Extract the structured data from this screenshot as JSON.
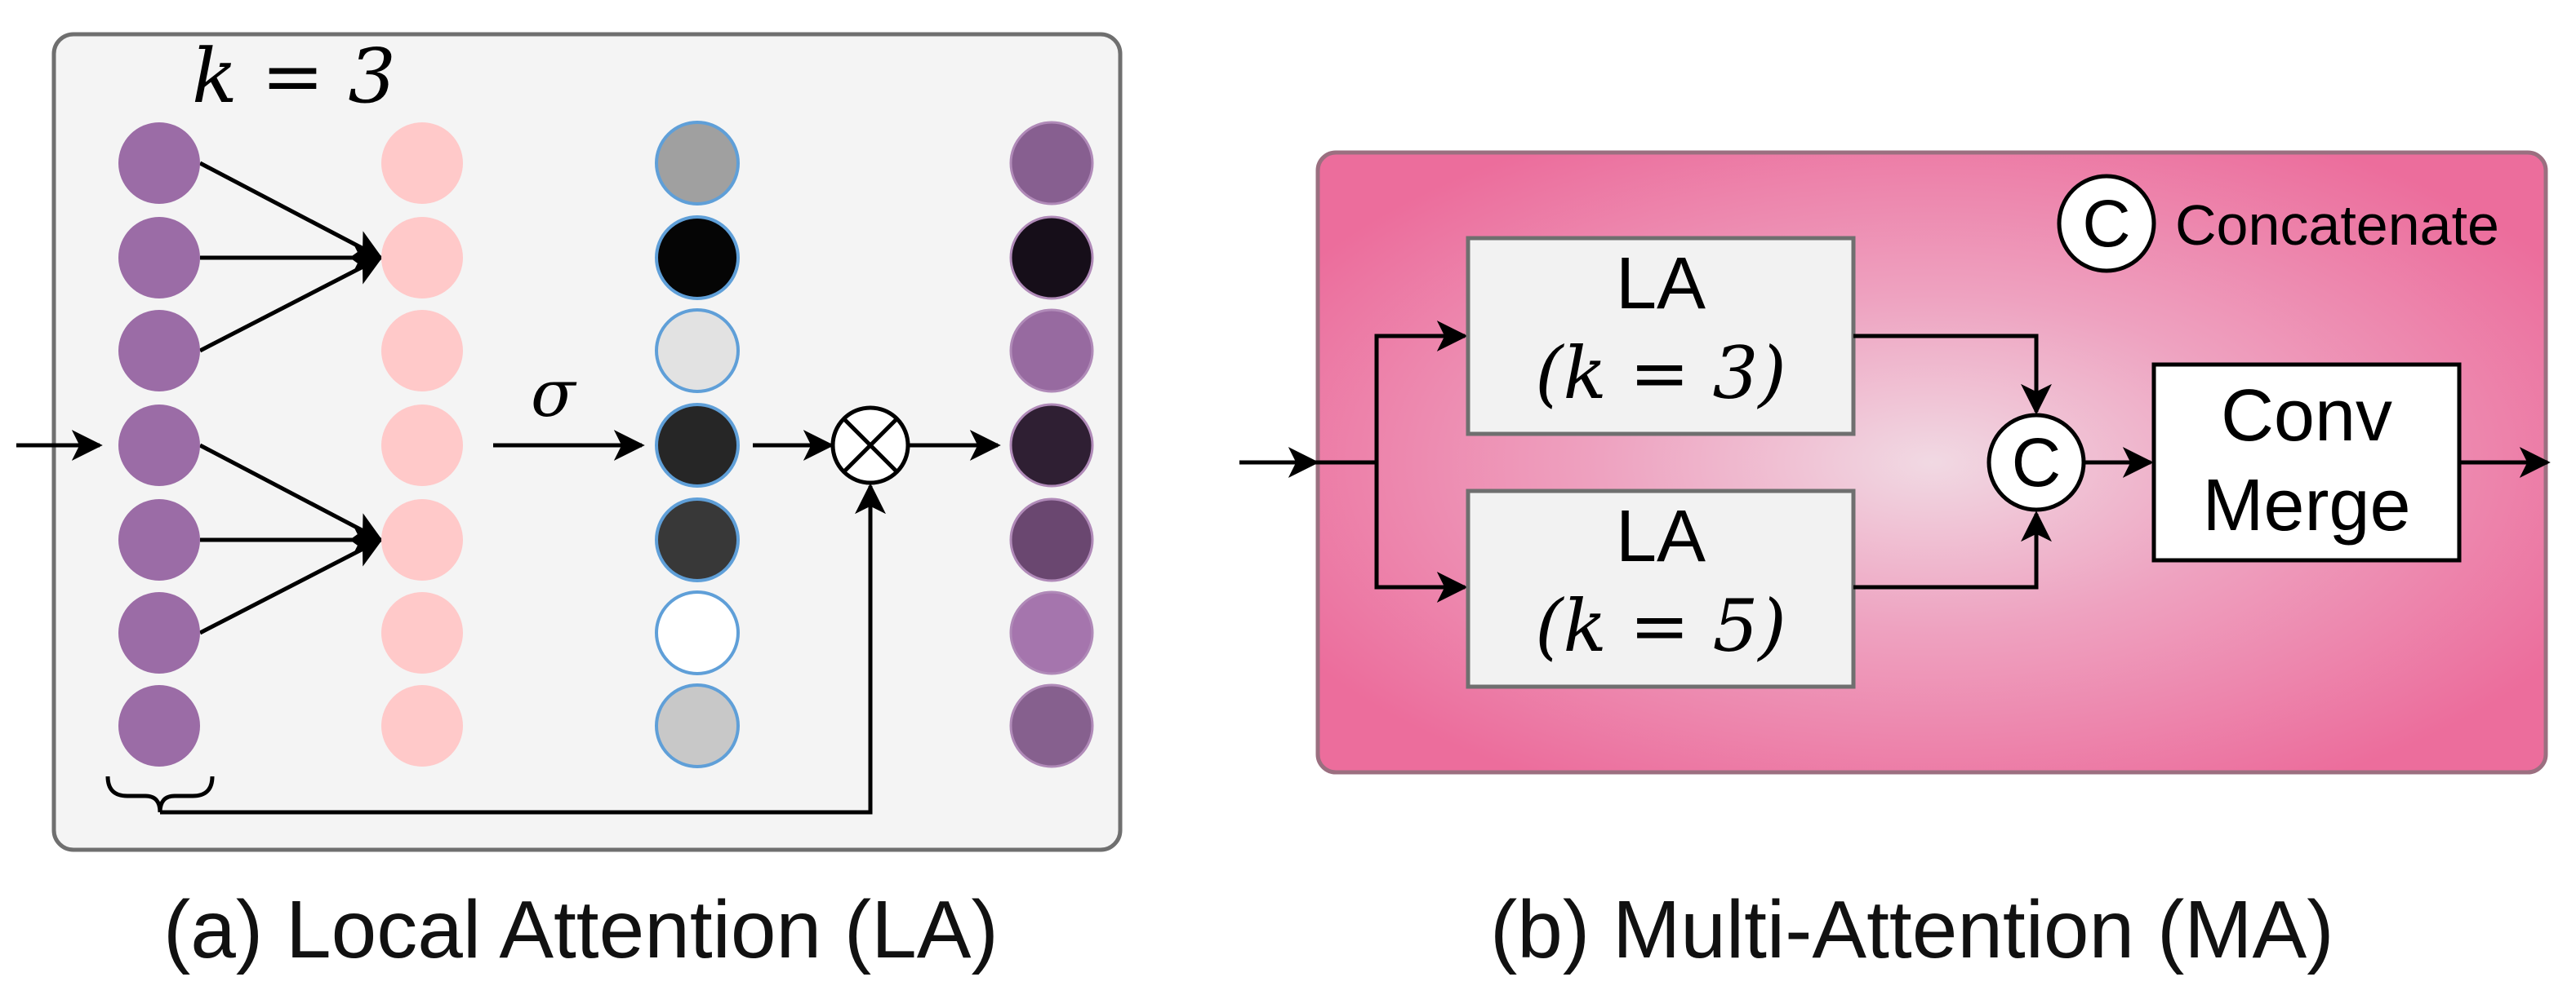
{
  "panel_a": {
    "k_label": "k = 3",
    "sigma_label": "σ",
    "input_column_colors": [
      "#9b6ca6",
      "#9b6ca6",
      "#9b6ca6",
      "#9b6ca6",
      "#9b6ca6",
      "#9b6ca6",
      "#9b6ca6"
    ],
    "pink_column_color": "#ffc9c9",
    "gate_column_colors": [
      "#a0a0a0",
      "#050505",
      "#e2e2e2",
      "#262626",
      "#383838",
      "#ffffff",
      "#c8c8c8"
    ],
    "output_column_colors": [
      "#875f90",
      "#160e19",
      "#976aa0",
      "#2f1f33",
      "#6a4770",
      "#a575ad",
      "#86608e"
    ],
    "caption": "(a) Local Attention (LA)"
  },
  "panel_b": {
    "legend_symbol": "C",
    "legend_label": "Concatenate",
    "la_top": {
      "title": "LA",
      "param": "(k = 3)"
    },
    "la_bottom": {
      "title": "LA",
      "param": "(k = 5)"
    },
    "concat_symbol": "C",
    "merge_line1": "Conv",
    "merge_line2": "Merge",
    "caption": "(b) Multi-Attention (MA)"
  },
  "colors": {
    "panel_a_bg": "#f4f4f4",
    "panel_b_edge": "#ec6d9c",
    "panel_b_center": "#f1d5e0",
    "box_fill": "#f2f2f2",
    "ring_blue": "#5f9fd8"
  }
}
